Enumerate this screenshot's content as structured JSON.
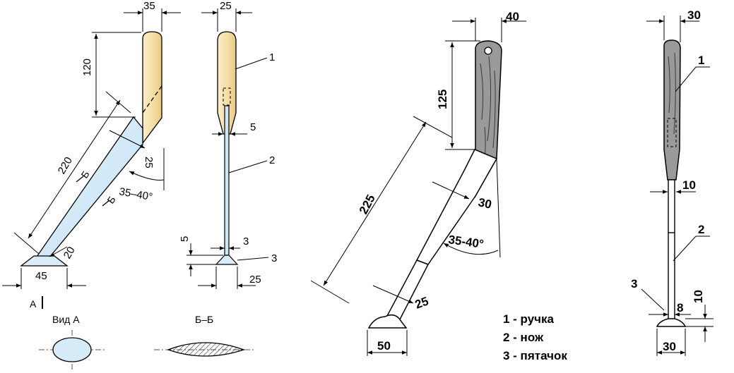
{
  "left_drawing": {
    "dims": {
      "top_width": "35",
      "handle_len": "120",
      "blade_len": "220",
      "blade_w": "25",
      "angle": "35–40°",
      "foot_w": "20",
      "base": "45",
      "view_a_mark": "А"
    },
    "section_marks": {
      "mark1": "Б",
      "mark2": "Б"
    },
    "view_a_title": "Вид А",
    "section_title": "Б–Б"
  },
  "front_drawing": {
    "dims": {
      "top_width": "25",
      "neck": "5",
      "foot_h": "5",
      "shank": "3",
      "base": "25"
    },
    "callouts": [
      "1",
      "2",
      "3"
    ]
  },
  "right_drawing": {
    "dims": {
      "top_width": "40",
      "handle_len": "125",
      "blade_len": "225",
      "blade_w": "30",
      "angle": "35-40°",
      "neck": "25",
      "base": "50"
    }
  },
  "far_right_drawing": {
    "dims": {
      "top_width": "30",
      "neck": "10",
      "foot_w": "8",
      "foot_h": "10",
      "base": "30"
    },
    "callouts": [
      "1",
      "2",
      "3"
    ]
  },
  "legend": [
    "1 - ручка",
    "2 - нож",
    "3 - пятачок"
  ],
  "colors": {
    "handle_fill": "#f3dfa4",
    "blade_fill": "#cfe6f6",
    "wood_fill": "#8f8f8f",
    "line": "#000000"
  }
}
